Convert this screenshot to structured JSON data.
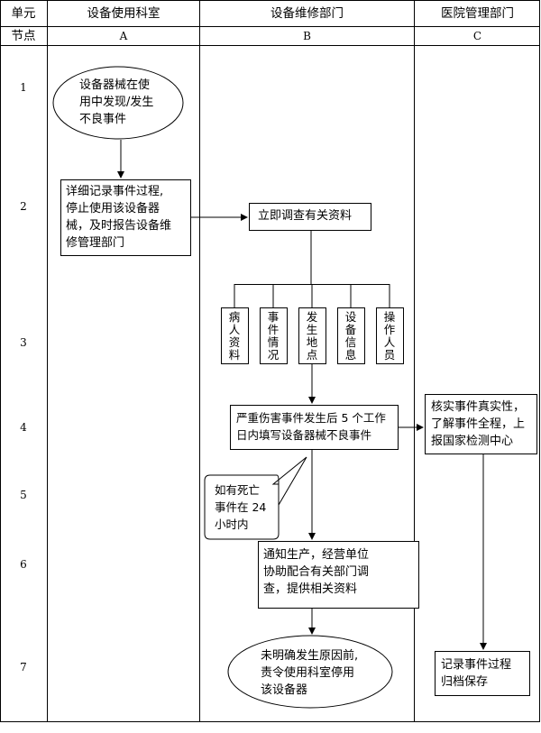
{
  "header": {
    "unit_label": "单元",
    "node_label": "节点",
    "columns": [
      {
        "title": "设备使用科室",
        "node": "A"
      },
      {
        "title": "设备维修部门",
        "node": "B"
      },
      {
        "title": "医院管理部门",
        "node": "C"
      }
    ]
  },
  "rows": [
    "1",
    "2",
    "3",
    "4",
    "5",
    "6",
    "7"
  ],
  "nodes": {
    "discover": "设备器械在使\n用中发现/发生\n不良事件",
    "record_report": "详细记录事件过程,\n停止使用该设备器\n械，及时报告设备维\n修管理部门",
    "investigate": "立即调查有关资料",
    "patient_info": "病人资料",
    "event_info": "事件情况",
    "location": "发生地点",
    "device_info": "设备信息",
    "operator": "操作人员",
    "serious_report": "严重伤害事件发生后 5 个工作\n日内填写设备器械不良事件",
    "verify": "核实事件真实性，\n了解事件全程，上\n报国家检测中心",
    "death_note": "如有死亡\n事件在 24\n小时内",
    "notify": "通知生产，经营单位\n协助配合有关部门调\n查，提供相关资料",
    "stop_use": "未明确发生原因前,\n责令使用科室停用\n该设备器",
    "archive": "记录事件过程\n归档保存"
  }
}
